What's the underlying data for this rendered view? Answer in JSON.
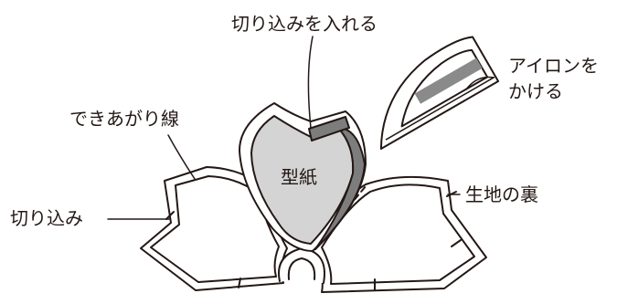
{
  "labels": {
    "cut_notch": "切り込みを入れる",
    "iron": [
      "アイロンを",
      "かける"
    ],
    "finished_line": "できあがり線",
    "cut_in": "切り込み",
    "fabric_back": "生地の裏",
    "pattern_paper": "型紙"
  },
  "colors": {
    "line": "#231815",
    "fabric_fill": "#ffffff",
    "pattern_fill": "#d4d4d4",
    "folded_edge": "#7d7d7d",
    "iron_handle": "#8a8a8a"
  }
}
